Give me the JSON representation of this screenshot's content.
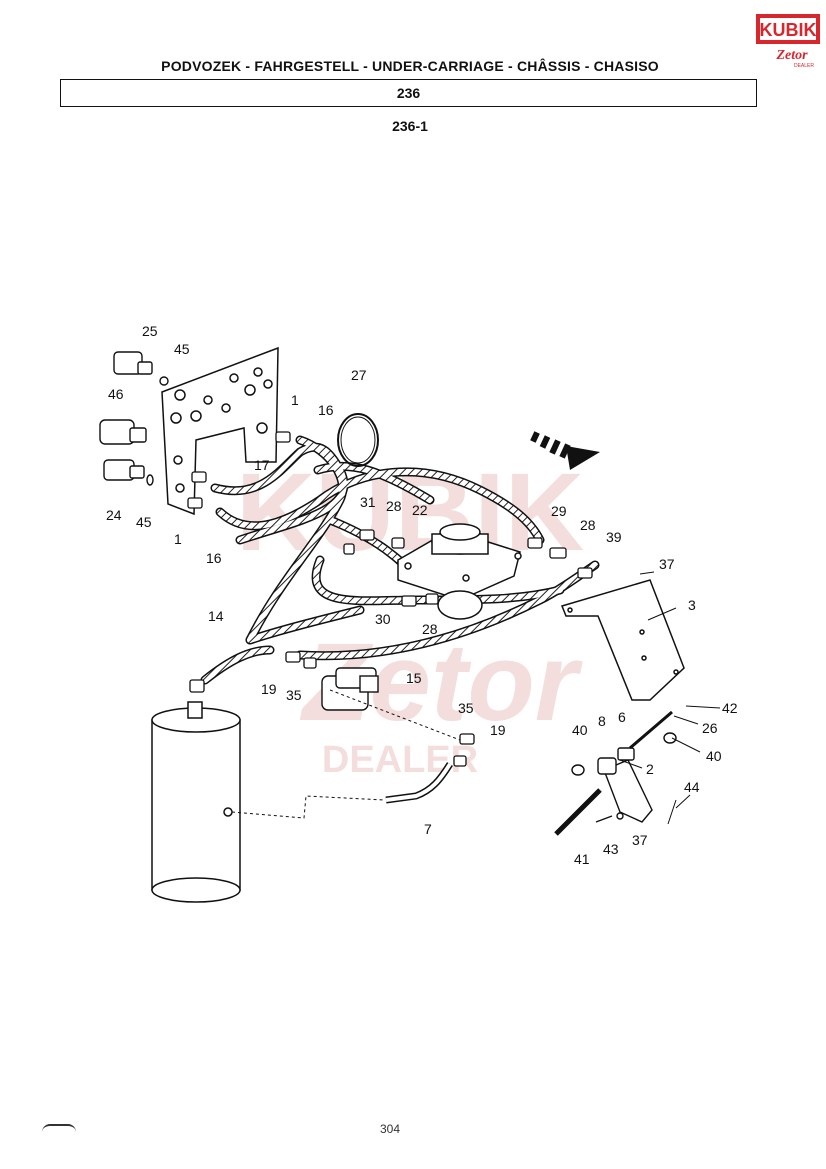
{
  "header": {
    "title": "PODVOZEK - FAHRGESTELL - UNDER-CARRIAGE - CHÂSSIS - CHASISO",
    "section": "236",
    "subsection": "236-1"
  },
  "logo": {
    "brand": "KUBIK",
    "sub": "Zetor",
    "tag": "DEALER",
    "color": "#d9262c"
  },
  "watermark": {
    "brand": "KUBIK",
    "sub": "Zetor",
    "tag": "DEALER"
  },
  "parts": {
    "p25": "25",
    "p45a": "45",
    "p46": "46",
    "p1a": "1",
    "p16a": "16",
    "p27": "27",
    "p17": "17",
    "p24": "24",
    "p45b": "45",
    "p1b": "1",
    "p16b": "16",
    "p31": "31",
    "p28a": "28",
    "p22": "22",
    "p29": "29",
    "p28b": "28",
    "p39": "39",
    "p37a": "37",
    "p3": "3",
    "p14": "14",
    "p30": "30",
    "p28c": "28",
    "p15": "15",
    "p19a": "19",
    "p35a": "35",
    "p35b": "35",
    "p19b": "19",
    "p42": "42",
    "p26": "26",
    "p40a": "40",
    "p8": "8",
    "p6": "6",
    "p40b": "40",
    "p2": "2",
    "p44": "44",
    "p7": "7",
    "p41": "41",
    "p43": "43",
    "p37b": "37"
  },
  "footer": {
    "page": "304"
  }
}
